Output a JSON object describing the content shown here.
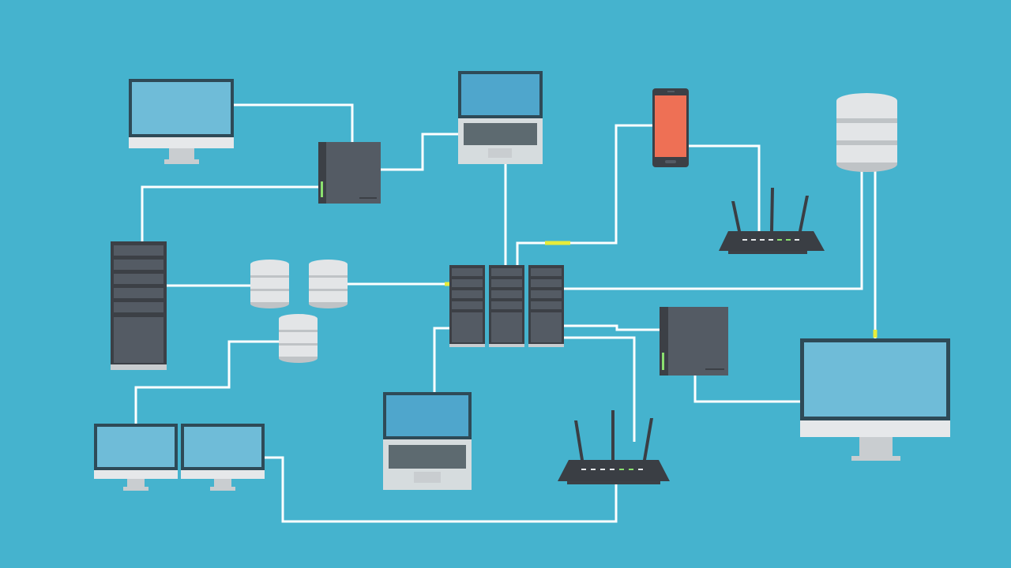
{
  "diagram": {
    "type": "network-topology",
    "colors": {
      "background": "#45B3CE",
      "cable": "#FFFFFF",
      "cable_highlight": "#E8EC3A",
      "device_dark": "#545B64",
      "device_darker": "#3C4046",
      "screen": "#6FBCD8",
      "screen_frame": "#2E4A57",
      "laptop_screen": "#4FA6CC",
      "laptop_body": "#D6DCDE",
      "laptop_key": "#5D6A70",
      "monitor_base": "#E6E8EA",
      "monitor_stand": "#C9CDD0",
      "db_light": "#E3E5E7",
      "db_shade": "#BFC3C6",
      "phone_screen": "#EE7055",
      "router_body": "#3A3E44",
      "led_green": "#8BE06F"
    },
    "nodes": [
      {
        "name": "monitor-top-left-icon",
        "kind": "monitor"
      },
      {
        "name": "switch-top-icon",
        "kind": "switch"
      },
      {
        "name": "laptop-top-icon",
        "kind": "laptop"
      },
      {
        "name": "smartphone-icon",
        "kind": "phone"
      },
      {
        "name": "router-right-icon",
        "kind": "router"
      },
      {
        "name": "database-cylinder-icon",
        "kind": "database"
      },
      {
        "name": "server-tower-icon",
        "kind": "server-tower"
      },
      {
        "name": "database-1-icon",
        "kind": "database"
      },
      {
        "name": "database-2-icon",
        "kind": "database"
      },
      {
        "name": "database-3-icon",
        "kind": "database"
      },
      {
        "name": "server-rack-icon",
        "kind": "server-rack"
      },
      {
        "name": "switch-right-icon",
        "kind": "switch"
      },
      {
        "name": "monitor-large-right-icon",
        "kind": "monitor"
      },
      {
        "name": "laptop-bottom-icon",
        "kind": "laptop"
      },
      {
        "name": "router-bottom-icon",
        "kind": "router"
      },
      {
        "name": "monitor-bottom-left-1-icon",
        "kind": "monitor"
      },
      {
        "name": "monitor-bottom-left-2-icon",
        "kind": "monitor"
      }
    ]
  }
}
